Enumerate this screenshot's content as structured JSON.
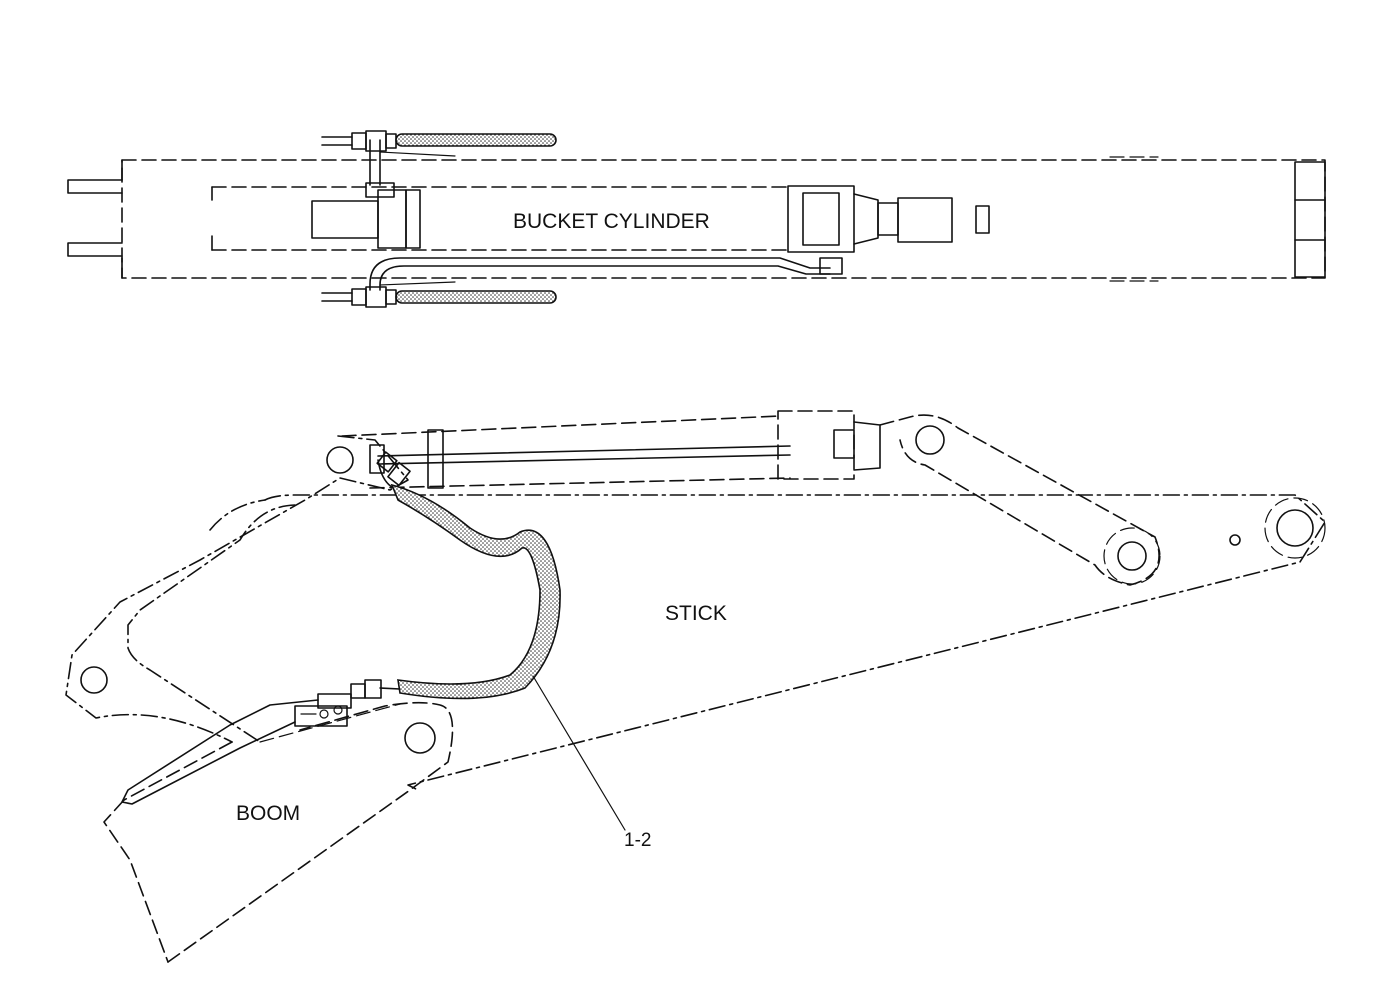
{
  "labels": {
    "bucket_cylinder": "BUCKET CYLINDER",
    "stick": "STICK",
    "boom": "BOOM",
    "callout": "1-2"
  }
}
